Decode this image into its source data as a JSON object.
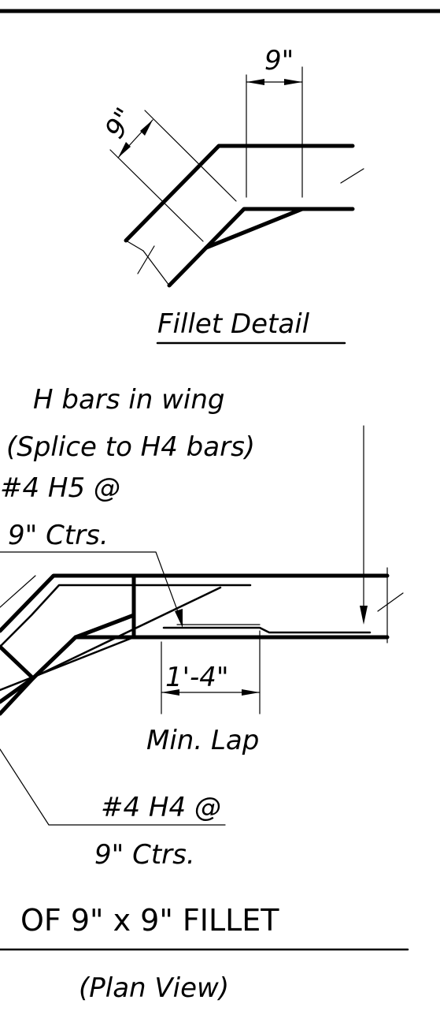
{
  "fillet_detail": {
    "dim_horizontal": "9\"",
    "dim_angled": "9\"",
    "title": "Fillet Detail"
  },
  "plan": {
    "h_bars_line1": "H bars in wing",
    "h_bars_line2": "(Splice to H4 bars)",
    "h5_line1": "#4 H5 @",
    "h5_line2": "9\" Ctrs.",
    "lap_dim": "1'-4\"",
    "lap_label": "Min. Lap",
    "h4_line1": "#4 H4 @",
    "h4_line2": "9\" Ctrs.",
    "section_title": "OF 9\" x 9\" FILLET",
    "view_label": "(Plan View)"
  }
}
